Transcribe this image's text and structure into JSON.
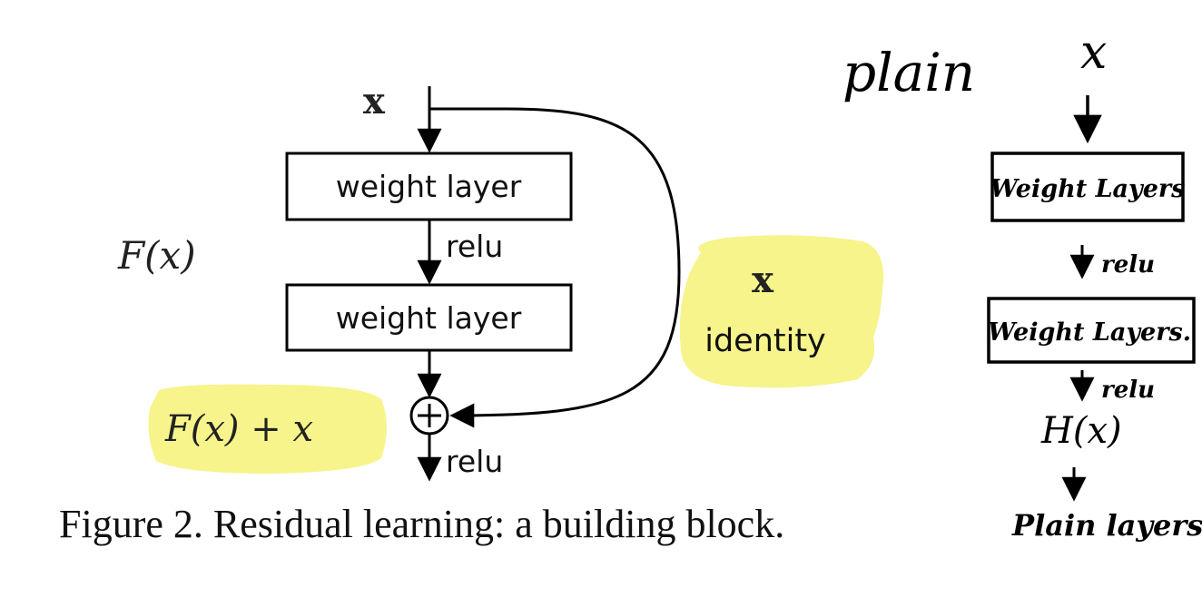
{
  "diagram": {
    "input_label": "x",
    "residual_function_label": "F(x)",
    "layer1_label": "weight layer",
    "layer2_label": "weight layer",
    "relu_mid_label": "relu",
    "relu_out_label": "relu",
    "sum_label": "F(x) + x",
    "shortcut_symbol": "x",
    "shortcut_label": "identity",
    "highlight_color": "#f6f48a",
    "caption": "Figure 2. Residual learning: a building block."
  },
  "annotation": {
    "title": "plain",
    "input": "x",
    "layer1": "Weight Layers",
    "relu1": "relu",
    "layer2": "Weight Layers.",
    "relu2": "relu",
    "output": "H(x)",
    "footer": "Plain layers"
  }
}
